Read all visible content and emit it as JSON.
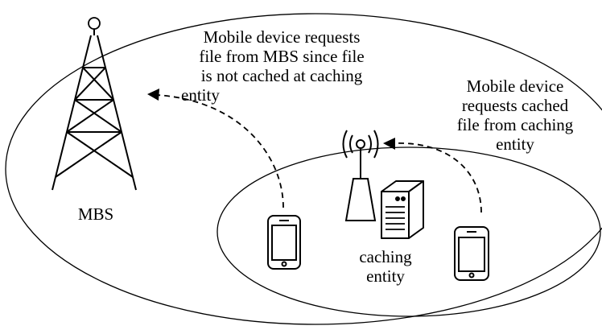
{
  "mbs_label": "MBS",
  "cache_label_lines": [
    "caching",
    "entity"
  ],
  "annotation_mbs_lines": [
    "Mobile device requests",
    "file from MBS since file",
    "is not cached at caching",
    "entity"
  ],
  "annotation_cache_lines": [
    "Mobile device",
    "requests cached",
    "file from caching",
    "entity"
  ],
  "colors": {
    "stroke": "#000000",
    "background": "#ffffff"
  }
}
